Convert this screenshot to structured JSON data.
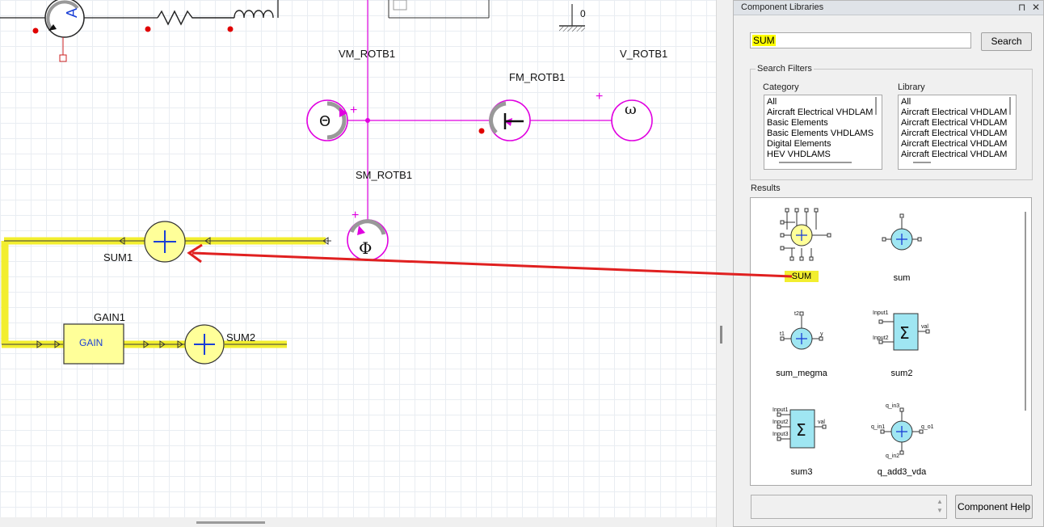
{
  "canvas": {
    "labels": {
      "vm_rotb1": "VM_ROTB1",
      "v_rotb1": "V_ROTB1",
      "fm_rotb1": "FM_ROTB1",
      "sm_rotb1": "SM_ROTB1",
      "sum1": "SUM1",
      "gain1": "GAIN1",
      "gain_body": "GAIN",
      "sum2": "SUM2",
      "ground_value": "0"
    },
    "symbols": {
      "ammeter": "A",
      "theta": "Θ",
      "torque": "T",
      "omega": "ω",
      "phi": "Φ",
      "plus": "+"
    },
    "colors": {
      "wire_magenta": "#e000e0",
      "highlight_yellow": "#f2ee2f",
      "component_fill": "#ffff99",
      "arrow_red": "#e02020",
      "pin_red": "#e00000"
    }
  },
  "panel": {
    "title": "Component Libraries",
    "title_pin": "⊓",
    "title_close": "✕",
    "search_value": "SUM",
    "search_button": "Search",
    "search_filters_label": "Search Filters",
    "category_label": "Category",
    "library_label": "Library",
    "categories": [
      "All",
      "Aircraft Electrical VHDLAM",
      "Basic Elements",
      "Basic Elements VHDLAMS",
      "Digital Elements",
      "HEV VHDLAMS"
    ],
    "libraries": [
      "All",
      "Aircraft Electrical VHDLAM",
      "Aircraft Electrical VHDLAM",
      "Aircraft Electrical VHDLAM",
      "Aircraft Electrical VHDLAM",
      "Aircraft Electrical VHDLAM"
    ],
    "results_label": "Results",
    "results": [
      {
        "name": "SUM"
      },
      {
        "name": "sum"
      },
      {
        "name": "sum_megma"
      },
      {
        "name": "sum2"
      },
      {
        "name": "sum3"
      },
      {
        "name": "q_add3_vda"
      }
    ],
    "result_pin_labels": {
      "megma_top": "t2",
      "megma_left": "t1",
      "megma_right": "y",
      "sum2_in1": "Input1",
      "sum2_in2": "Input2",
      "sum2_out": "val",
      "sum3_in1": "Input1",
      "sum3_in2": "Input2",
      "sum3_in3": "Input3",
      "sum3_out": "val",
      "q_top": "q_in3",
      "q_left": "q_in1",
      "q_right": "q_o1",
      "q_bottom": "q_in2"
    },
    "sigma": "Σ",
    "component_help_button": "Component Help"
  }
}
